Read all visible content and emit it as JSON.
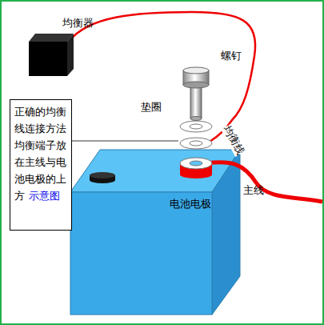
{
  "diagram": {
    "nodes": [
      {
        "text": [
          "均衡器"
        ]
      },
      {
        "text": [
          "正确的均衡线连接方法均衡端子放在主线与电池电极的上方",
          "示意图"
        ]
      }
    ],
    "labels": [
      "螺钉",
      "垫圈",
      "均衡线",
      "电池电极",
      "主线"
    ]
  }
}
